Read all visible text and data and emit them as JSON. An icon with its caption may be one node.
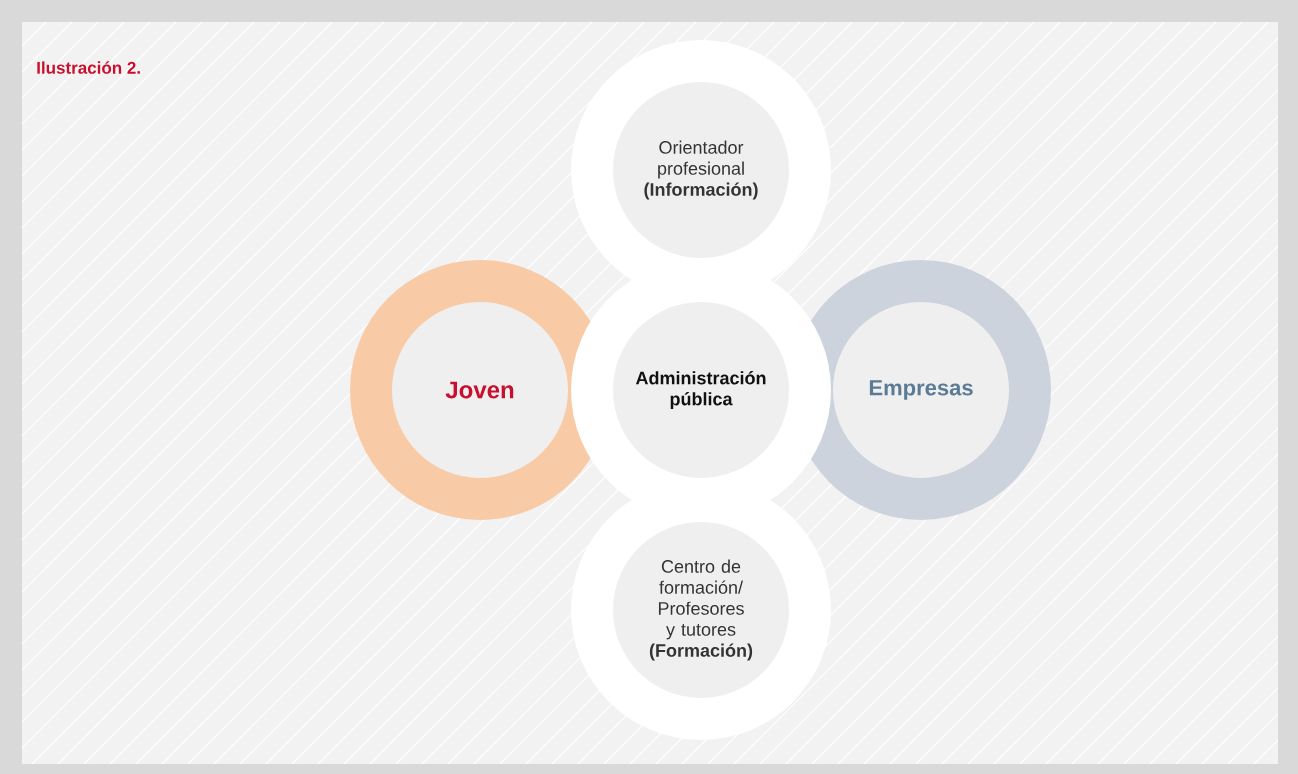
{
  "diagram": {
    "title": "Ilustración 2.",
    "nodes": [
      {
        "text": [
          "Orientador profesional",
          "(Información)"
        ]
      },
      {
        "text": [
          "Joven"
        ]
      },
      {
        "text": [
          "Administración pública"
        ]
      },
      {
        "text": [
          "Empresas"
        ]
      },
      {
        "text": [
          "Centro de formación/ Profesores y tutores",
          "(Formación)"
        ]
      }
    ]
  }
}
